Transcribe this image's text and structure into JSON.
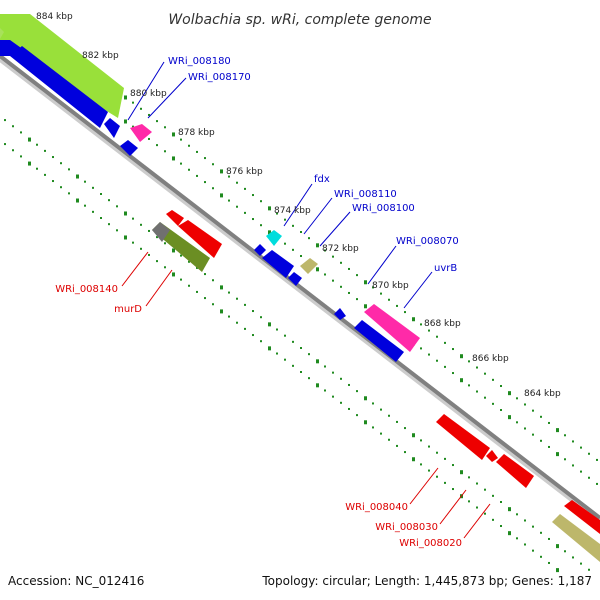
{
  "title": "Wolbachia sp. wRi, complete genome",
  "footer": {
    "accession": "Accession: NC_012416",
    "summary": "Topology: circular; Length: 1,445,873 bp; Genes: 1,187"
  },
  "colors": {
    "backbone": "#808080",
    "dots": "#1f8a1f",
    "label_forward": "#0000cc",
    "label_reverse": "#dd0000",
    "callout_forward": "#0000cc",
    "callout_reverse": "#dd0000"
  },
  "ticks": [
    "884 kbp",
    "882 kbp",
    "880 kbp",
    "878 kbp",
    "876 kbp",
    "874 kbp",
    "872 kbp",
    "870 kbp",
    "868 kbp",
    "866 kbp",
    "864 kbp"
  ],
  "gene_labels": {
    "forward": [
      "WRi_008180",
      "WRi_008170",
      "fdx",
      "WRi_008110",
      "WRi_008100",
      "WRi_008070",
      "uvrB"
    ],
    "reverse": [
      "WRi_008140",
      "murD",
      "WRi_008040",
      "WRi_008030",
      "WRi_008020"
    ]
  }
}
